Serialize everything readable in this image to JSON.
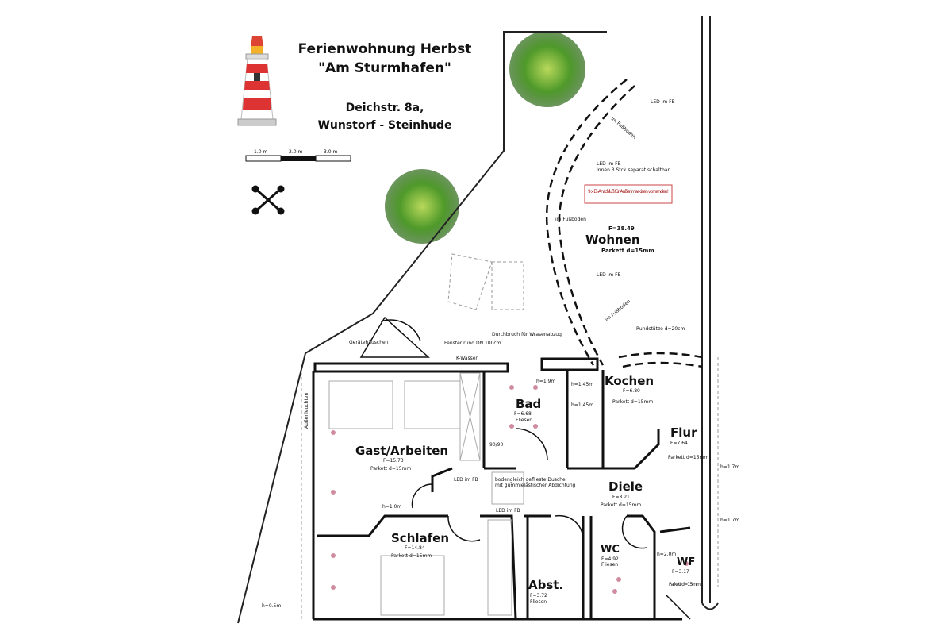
{
  "header": {
    "title_line1": "Ferienwohnung Herbst",
    "title_line2": "\"Am Sturmhafen\"",
    "address_line1": "Deichstr. 8a,",
    "address_line2": "Wunstorf - Steinhude"
  },
  "scale_bar": {
    "labels": [
      "1.0 m",
      "2.0 m",
      "3.0 m"
    ]
  },
  "icons": {
    "logo": "lighthouse-icon",
    "north": "compass-arrows-icon"
  },
  "rooms": [
    {
      "name": "Wohnen",
      "area": "F=38.49",
      "floor": "Parkett d=15mm"
    },
    {
      "name": "Kochen",
      "area": "F=6.80",
      "floor": "Parkett d=15mm"
    },
    {
      "name": "Bad",
      "area": "F=6.68",
      "floor": "Fliesen"
    },
    {
      "name": "Gast/Arbeiten",
      "area": "F=15.73",
      "floor": "Parkett d=15mm"
    },
    {
      "name": "Flur",
      "area": "F=7.64",
      "floor": "Parkett d=15mm"
    },
    {
      "name": "Diele",
      "area": "F=8.21",
      "floor": "Parkett d=15mm"
    },
    {
      "name": "Schlafen",
      "area": "F=14.84",
      "floor": "Parkett d=15mm"
    },
    {
      "name": "Abst.",
      "area": "F=3.72",
      "floor": "Fliesen"
    },
    {
      "name": "WC",
      "area": "F=4.92",
      "floor": "Fliesen"
    },
    {
      "name": "WF",
      "area": "F=3.17",
      "floor": "Parkett d=15mm"
    }
  ],
  "annotations": {
    "led_fb_1": "LED im FB",
    "led_fb_2": "LED im FB",
    "led_fb_inner": "Innen 3 Stck separat schaltbar",
    "led_fb_3": "LED im FB",
    "led_fb_4": "LED im FB",
    "led_fb_5": "LED im FB",
    "fussboden_1": "im Fußboden",
    "fussboden_2": "im Fußboden",
    "fussboden_3": "im Fußboden",
    "markisen": "9 x El.-Anschluß für Außenmarkisen vorhanden!",
    "rundstuetze": "Rundstütze d=20cm",
    "durchbruch": "Durchbruch für Wrasenabzug",
    "fenster": "Fenster rund DN 100cm",
    "k_wasser": "K-Wasser",
    "geraeteschuppen": "Gerätehäuschen",
    "dusche_1": "bodengleich geflieste Dusche",
    "dusche_2": "mit gummielastischer Abdichtung",
    "dusche_size": "90/90",
    "aussenleuchten": "Außenleuchten",
    "h_1_9": "h=1.9m",
    "h_1_45a": "h=1.45m",
    "h_1_45b": "h=1.45m",
    "h_1_7a": "h=1.7m",
    "h_1_7b": "h=1.7m",
    "h_2_0": "h=2.0m",
    "h_1_0": "h=1.0m",
    "h_0_5": "h=0.5m"
  },
  "colors": {
    "wall": "#111111",
    "dim": "#999999",
    "electric": "#b04060",
    "accent_box": "#5aa0d0",
    "bush": "#4f9a2a"
  }
}
